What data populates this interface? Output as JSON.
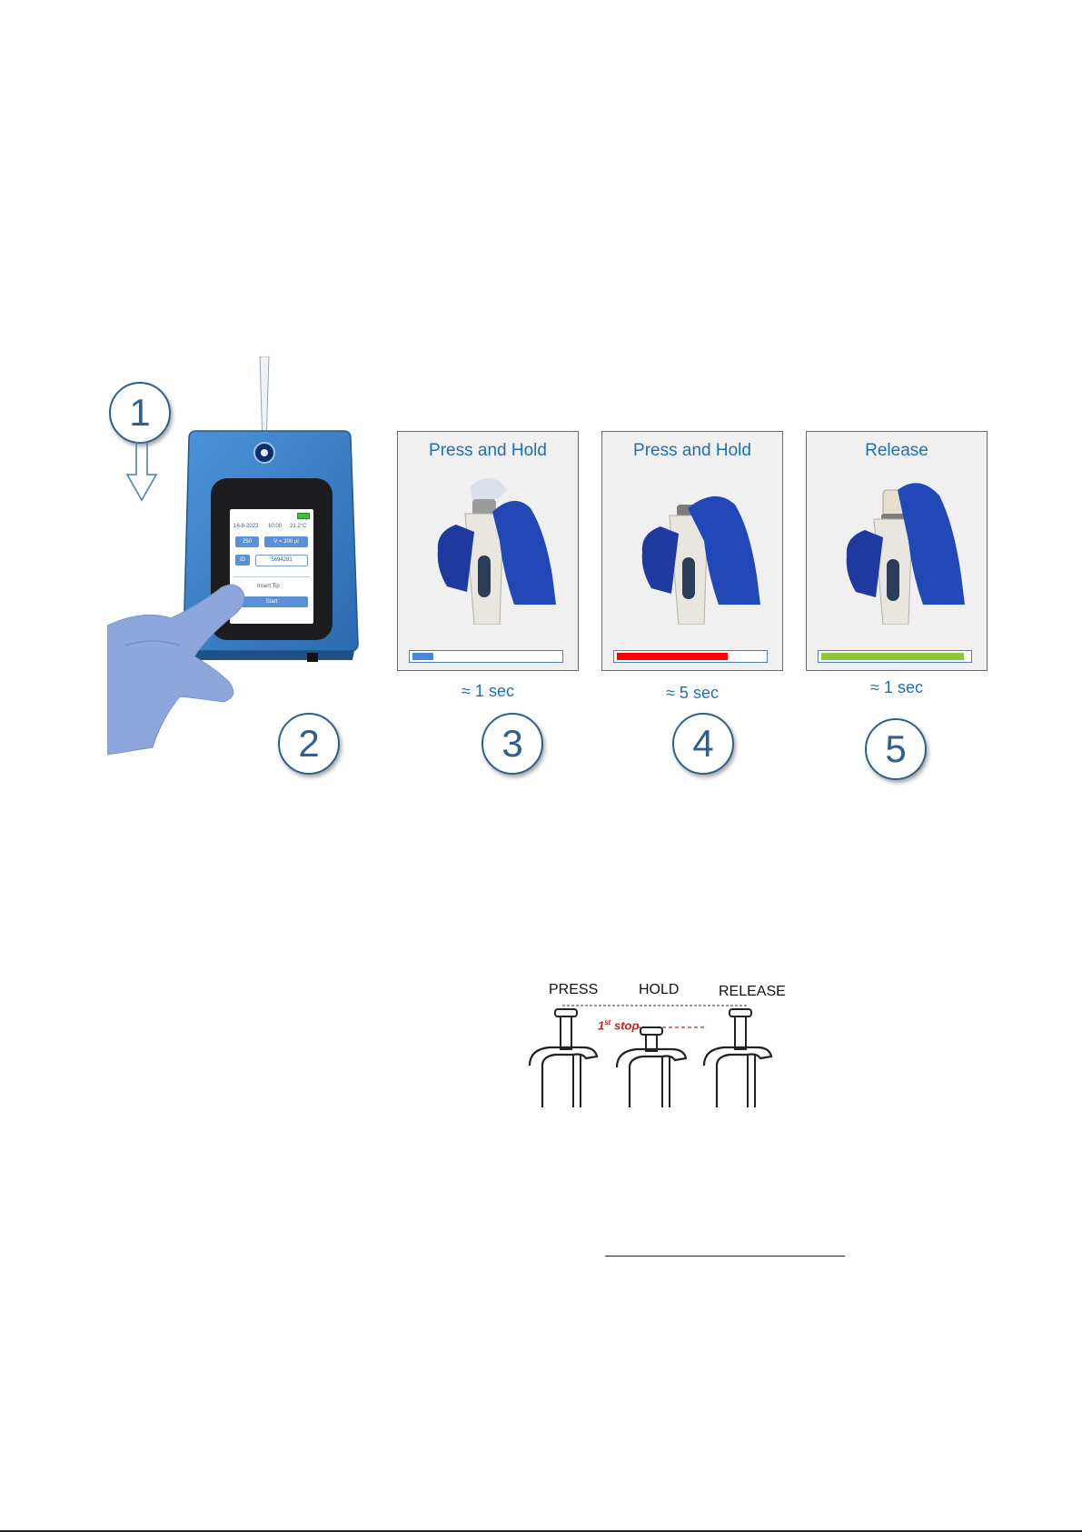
{
  "steps": [
    "1",
    "2",
    "3",
    "4",
    "5"
  ],
  "device": {
    "date": "16-8-2023",
    "time": "10:00",
    "temp": "21.2°C",
    "count_button": "250",
    "volume_button": "V = 200 µl",
    "id_button": "ID",
    "id_value": "5694281",
    "status_text": "Insert Tip",
    "start_button": "Start",
    "battery_color": "#3fbf3f"
  },
  "panels": [
    {
      "title": "Press and Hold",
      "duration": "≈ 1 sec",
      "progress": 0.14,
      "bar_color": "#4a86d8"
    },
    {
      "title": "Press and Hold",
      "duration": "≈ 5 sec",
      "progress": 0.75,
      "bar_color": "#ff0000"
    },
    {
      "title": "Release",
      "duration": "≈ 1 sec",
      "progress": 0.97,
      "bar_color": "#8dc63f"
    }
  ],
  "diagram": {
    "labels": [
      "PRESS",
      "HOLD",
      "RELEASE"
    ],
    "stop_label_main": "1",
    "stop_label_sup": "st",
    "stop_label_rest": " stop",
    "stop_line_color": "#cc1f1f"
  },
  "colors": {
    "accent_blue": "#1f6fb6",
    "device_blue": "#3a82cc",
    "glove_blue": "#1a3fa8"
  }
}
